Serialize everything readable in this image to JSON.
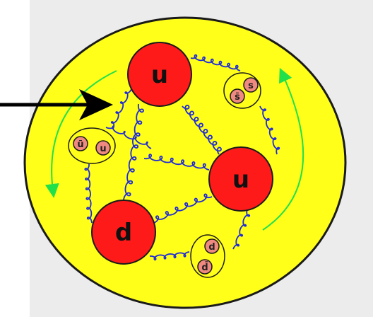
{
  "diagram": {
    "title": "",
    "colors": {
      "panel_background": "#ececec",
      "proton_fill": "#ffff1a",
      "outline": "#1a1a1a",
      "gluon_spring": "#1f2bd6",
      "valence_quark": "#ff1a1a",
      "sea_quark": "#f08a80",
      "rotation_arrow": "#22e04a",
      "pointer_arrow": "#000000"
    },
    "valence_quarks": [
      {
        "id": "top-u",
        "label": "u"
      },
      {
        "id": "right-u",
        "label": "u"
      },
      {
        "id": "bottom-d",
        "label": "d"
      }
    ],
    "sea_pairs": [
      {
        "id": "pair-s",
        "quark": "s",
        "antiquark": "s̄"
      },
      {
        "id": "pair-u",
        "quark": "ū",
        "antiquark": "u"
      },
      {
        "id": "pair-d",
        "quark": "d",
        "antiquark": "d̄"
      }
    ],
    "icons": {
      "pointer": "right-arrow-icon",
      "rotation": "circular-arrow-icon",
      "gluon": "spring-coil-icon"
    }
  }
}
